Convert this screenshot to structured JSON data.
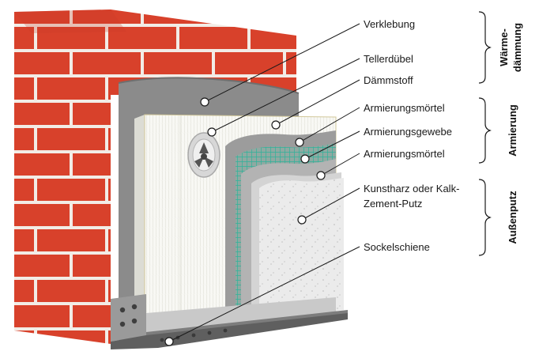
{
  "labels": {
    "verklebung": "Verklebung",
    "tellerduebel": "Tellerdübel",
    "daemmstoff": "Dämmstoff",
    "armierungsmoertel_1": "Armierungsmörtel",
    "armierungsgewebe": "Armierungsgewebe",
    "armierungsmoertel_2": "Armierungsmörtel",
    "putz_line1": "Kunstharz oder Kalk-",
    "putz_line2": "Zement-Putz",
    "sockelschiene": "Sockelschiene"
  },
  "groups": {
    "waermedaemmung_line1": "Wärme-",
    "waermedaemmung_line2": "dämmung",
    "armierung": "Armierung",
    "aussenputz": "Außenputz"
  },
  "colors": {
    "brick": "#d8412b",
    "mortar_joint": "#f2ece6",
    "adhesive": "#8b8b8b",
    "insulation": "#f7f7f3",
    "mesh": "#2fb39a",
    "plaster": "#e8e8e8"
  }
}
